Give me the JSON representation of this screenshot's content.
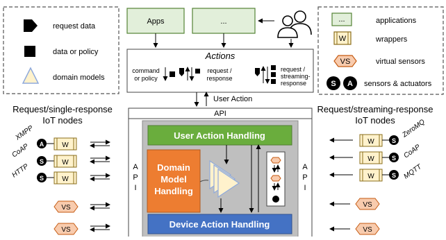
{
  "legend_left": {
    "items": [
      {
        "icon": "pentagon-arrow",
        "label": "request data"
      },
      {
        "icon": "filled-square",
        "label": "data or policy"
      },
      {
        "icon": "triangle",
        "label": "domain models"
      }
    ]
  },
  "legend_right": {
    "items": [
      {
        "icon_text": "...",
        "label": "applications"
      },
      {
        "icon_text": "W",
        "label": "wrappers"
      },
      {
        "icon_text": "VS",
        "label": "virtual sensors"
      },
      {
        "icon_text_s": "S",
        "icon_text_a": "A",
        "label": "sensors & actuators"
      }
    ]
  },
  "apps": {
    "box1": "Apps",
    "box2": "..."
  },
  "actions": {
    "title": "Actions",
    "command_line1": "command",
    "command_line2": "or policy",
    "reqres_line1": "request /",
    "reqres_line2": "response",
    "reqstr_line1": "request /",
    "reqstr_line2": "streaming-",
    "reqstr_line3": "response"
  },
  "user_action_label": "User Action",
  "api_top": "API",
  "api_side_letters": [
    "A",
    "P",
    "I"
  ],
  "core": {
    "user_action_handling": "User Action Handling",
    "domain_model_line1": "Domain",
    "domain_model_line2": "Model",
    "domain_model_line3": "Handling",
    "device_action_handling": "Device Action Handling"
  },
  "left_nodes": {
    "title_line1": "Request/single-response",
    "title_line2": "IoT nodes",
    "protocols": [
      "XMPP",
      "CoAP",
      "HTTP"
    ],
    "sensor_letters": [
      "A",
      "S",
      "S"
    ],
    "wrapper": "W",
    "vs": "VS"
  },
  "right_nodes": {
    "title_line1": "Request/streaming-response",
    "title_line2": "IoT nodes",
    "protocols": [
      "ZeroMQ",
      "CoAP",
      "MQTT"
    ],
    "sensor_letters": [
      "S",
      "S",
      "S"
    ],
    "wrapper": "W",
    "vs": "VS"
  },
  "colors": {
    "green": "#6aad3d",
    "orange": "#ed7d31",
    "blue": "#4472c4",
    "gray_panel": "#bfbfbf",
    "app_box": "#e2efda",
    "app_border": "#548235",
    "wrapper_fill": "#fff2cc",
    "vs_fill": "#f8cbad",
    "triangle_fill": "#fff2cc"
  }
}
